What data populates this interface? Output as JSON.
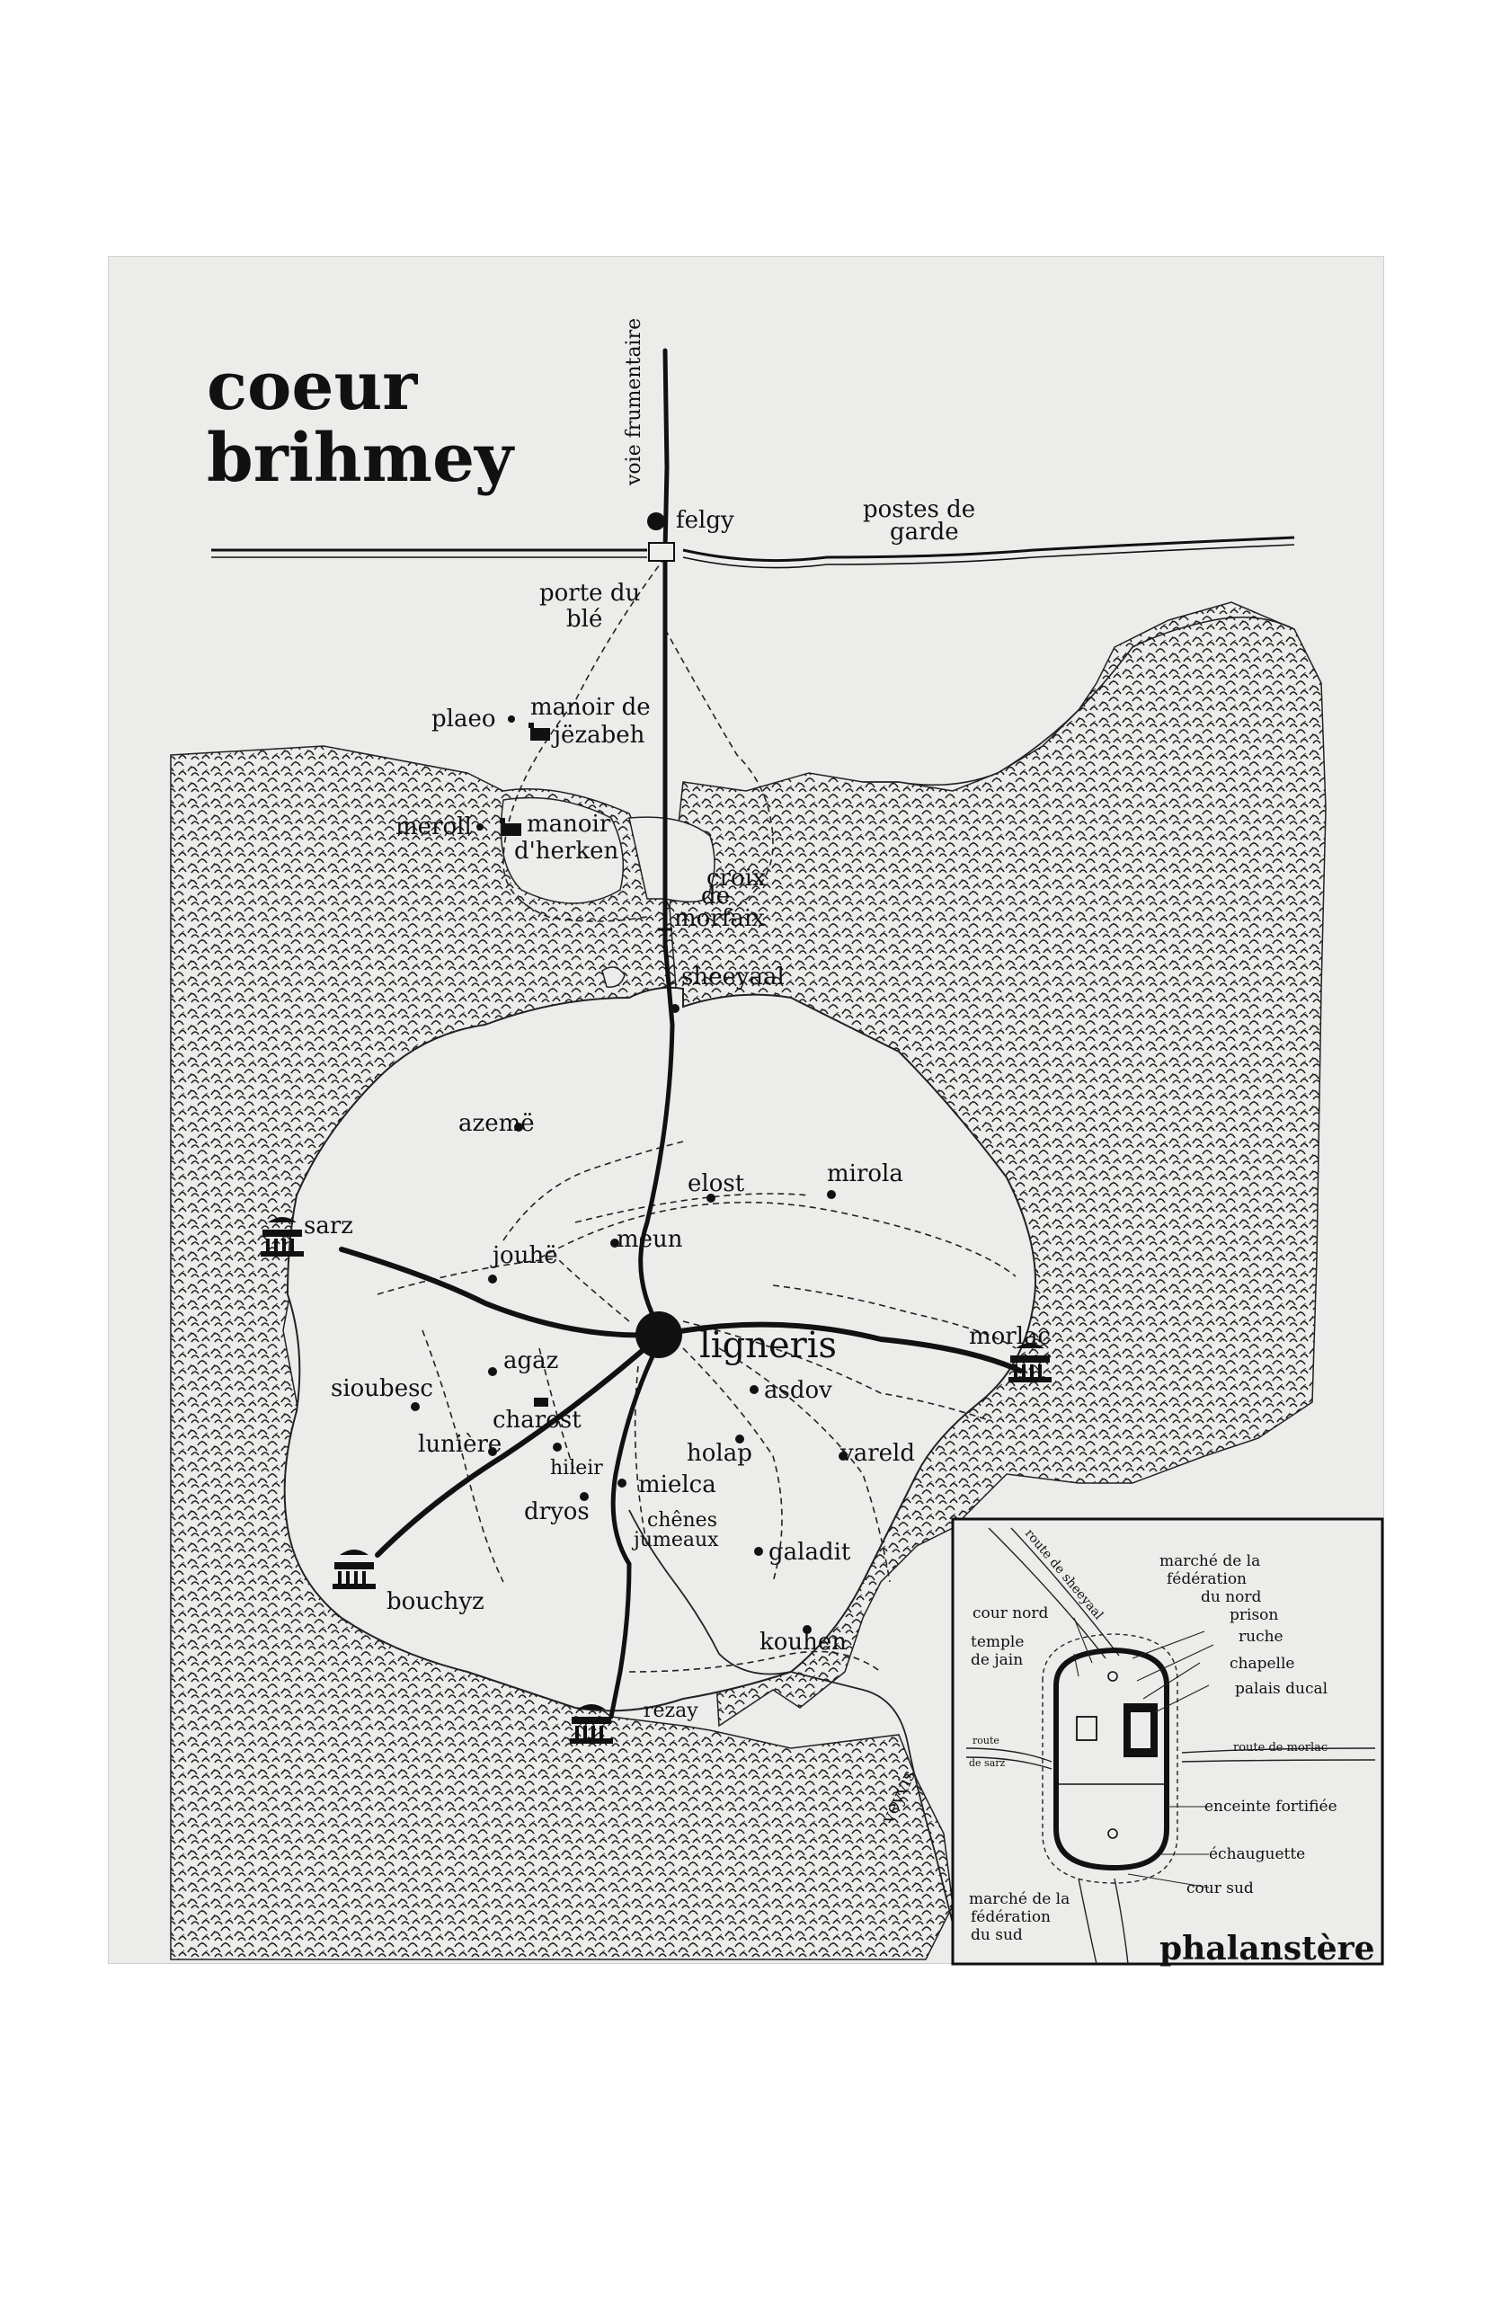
{
  "map": {
    "title_line1": "coeur",
    "title_line2": "brihmey",
    "road_north": "voie frumentaire",
    "labels": {
      "felgy": "felgy",
      "postes": "postes de",
      "garde": "garde",
      "porte1": "porte du",
      "porte2": "blé",
      "plaeo": "plaeo",
      "manoir_j1": "manoir de",
      "manoir_j2": "jëzabeh",
      "meroll": "meroll",
      "manoir_h1": "manoir",
      "manoir_h2": "d'herken",
      "croix1": "croix",
      "croix2": "de",
      "croix3": "morfaix",
      "sheeyaal": "sheeyaal",
      "azeme": "azemë",
      "elost": "elost",
      "mirola": "mirola",
      "sarz": "sarz",
      "jouhe": "jouhë",
      "meun": "meun",
      "ligneris": "ligneris",
      "morlac": "morlac",
      "agaz": "agaz",
      "asdov": "asdov",
      "sioubesc": "sioubesc",
      "charost": "charost",
      "luniere": "lunière",
      "hileir": "hileir",
      "holap": "holap",
      "vareld": "vareld",
      "mielca": "mielca",
      "dryos": "dryos",
      "chenes1": "chênes",
      "chenes2": "jumeaux",
      "galadit": "galadit",
      "bouchyz": "bouchyz",
      "kouhen": "kouhen",
      "rezay": "rezay",
      "veyvis": "veyvis"
    }
  },
  "inset": {
    "title": "phalanstère",
    "route_sheeyaal": "route de sheeyaal",
    "marche_nord1": "marché de la",
    "marche_nord2": "fédération",
    "marche_nord3": "du nord",
    "prison": "prison",
    "ruche": "ruche",
    "chapelle": "chapelle",
    "palais": "palais ducal",
    "cour_nord": "cour nord",
    "temple1": "temple",
    "temple2": "de jain",
    "route_sarz1": "route",
    "route_sarz2": "de sarz",
    "route_morlac": "route de morlac",
    "enceinte": "enceinte fortifiée",
    "echauguette": "échauguette",
    "cour_sud": "cour sud",
    "marche_sud1": "marché de la",
    "marche_sud2": "fédération",
    "marche_sud3": "du sud"
  },
  "colors": {
    "ink": "#111111",
    "paper": "#ececea",
    "forest": "#2a2a2a"
  }
}
